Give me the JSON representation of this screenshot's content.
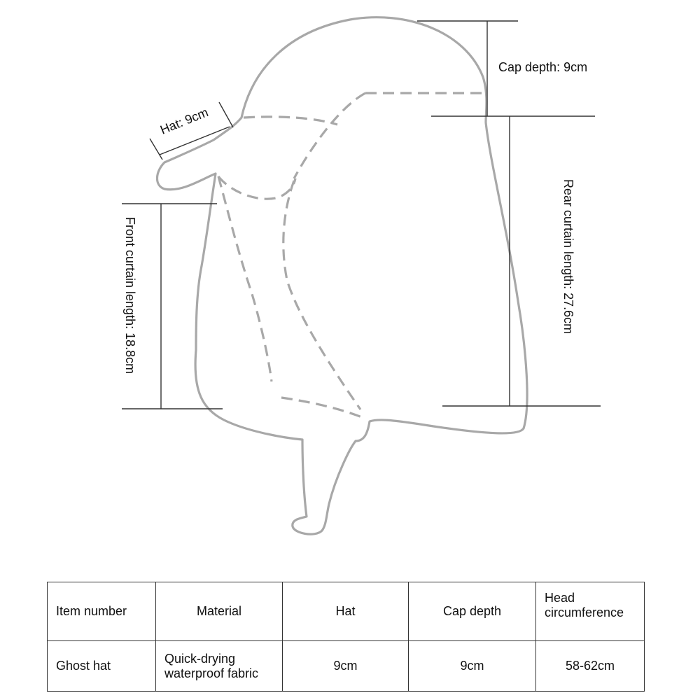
{
  "labels": {
    "hat": "Hat: 9cm",
    "cap_depth": "Cap depth: 9cm",
    "rear_curtain": "Rear curtain length: 27.6cm",
    "front_curtain": "Front curtain length: 18.8cm"
  },
  "table": {
    "headers": [
      "Item number",
      "Material",
      "Hat",
      "Cap depth",
      "Head circumference"
    ],
    "rows": [
      [
        "Ghost hat",
        "Quick-drying waterproof fabric",
        "9cm",
        "9cm",
        "58-62cm"
      ]
    ]
  },
  "colors": {
    "outline": "#a8a8a8",
    "dimension_lines": "#333333",
    "text": "#111111"
  }
}
